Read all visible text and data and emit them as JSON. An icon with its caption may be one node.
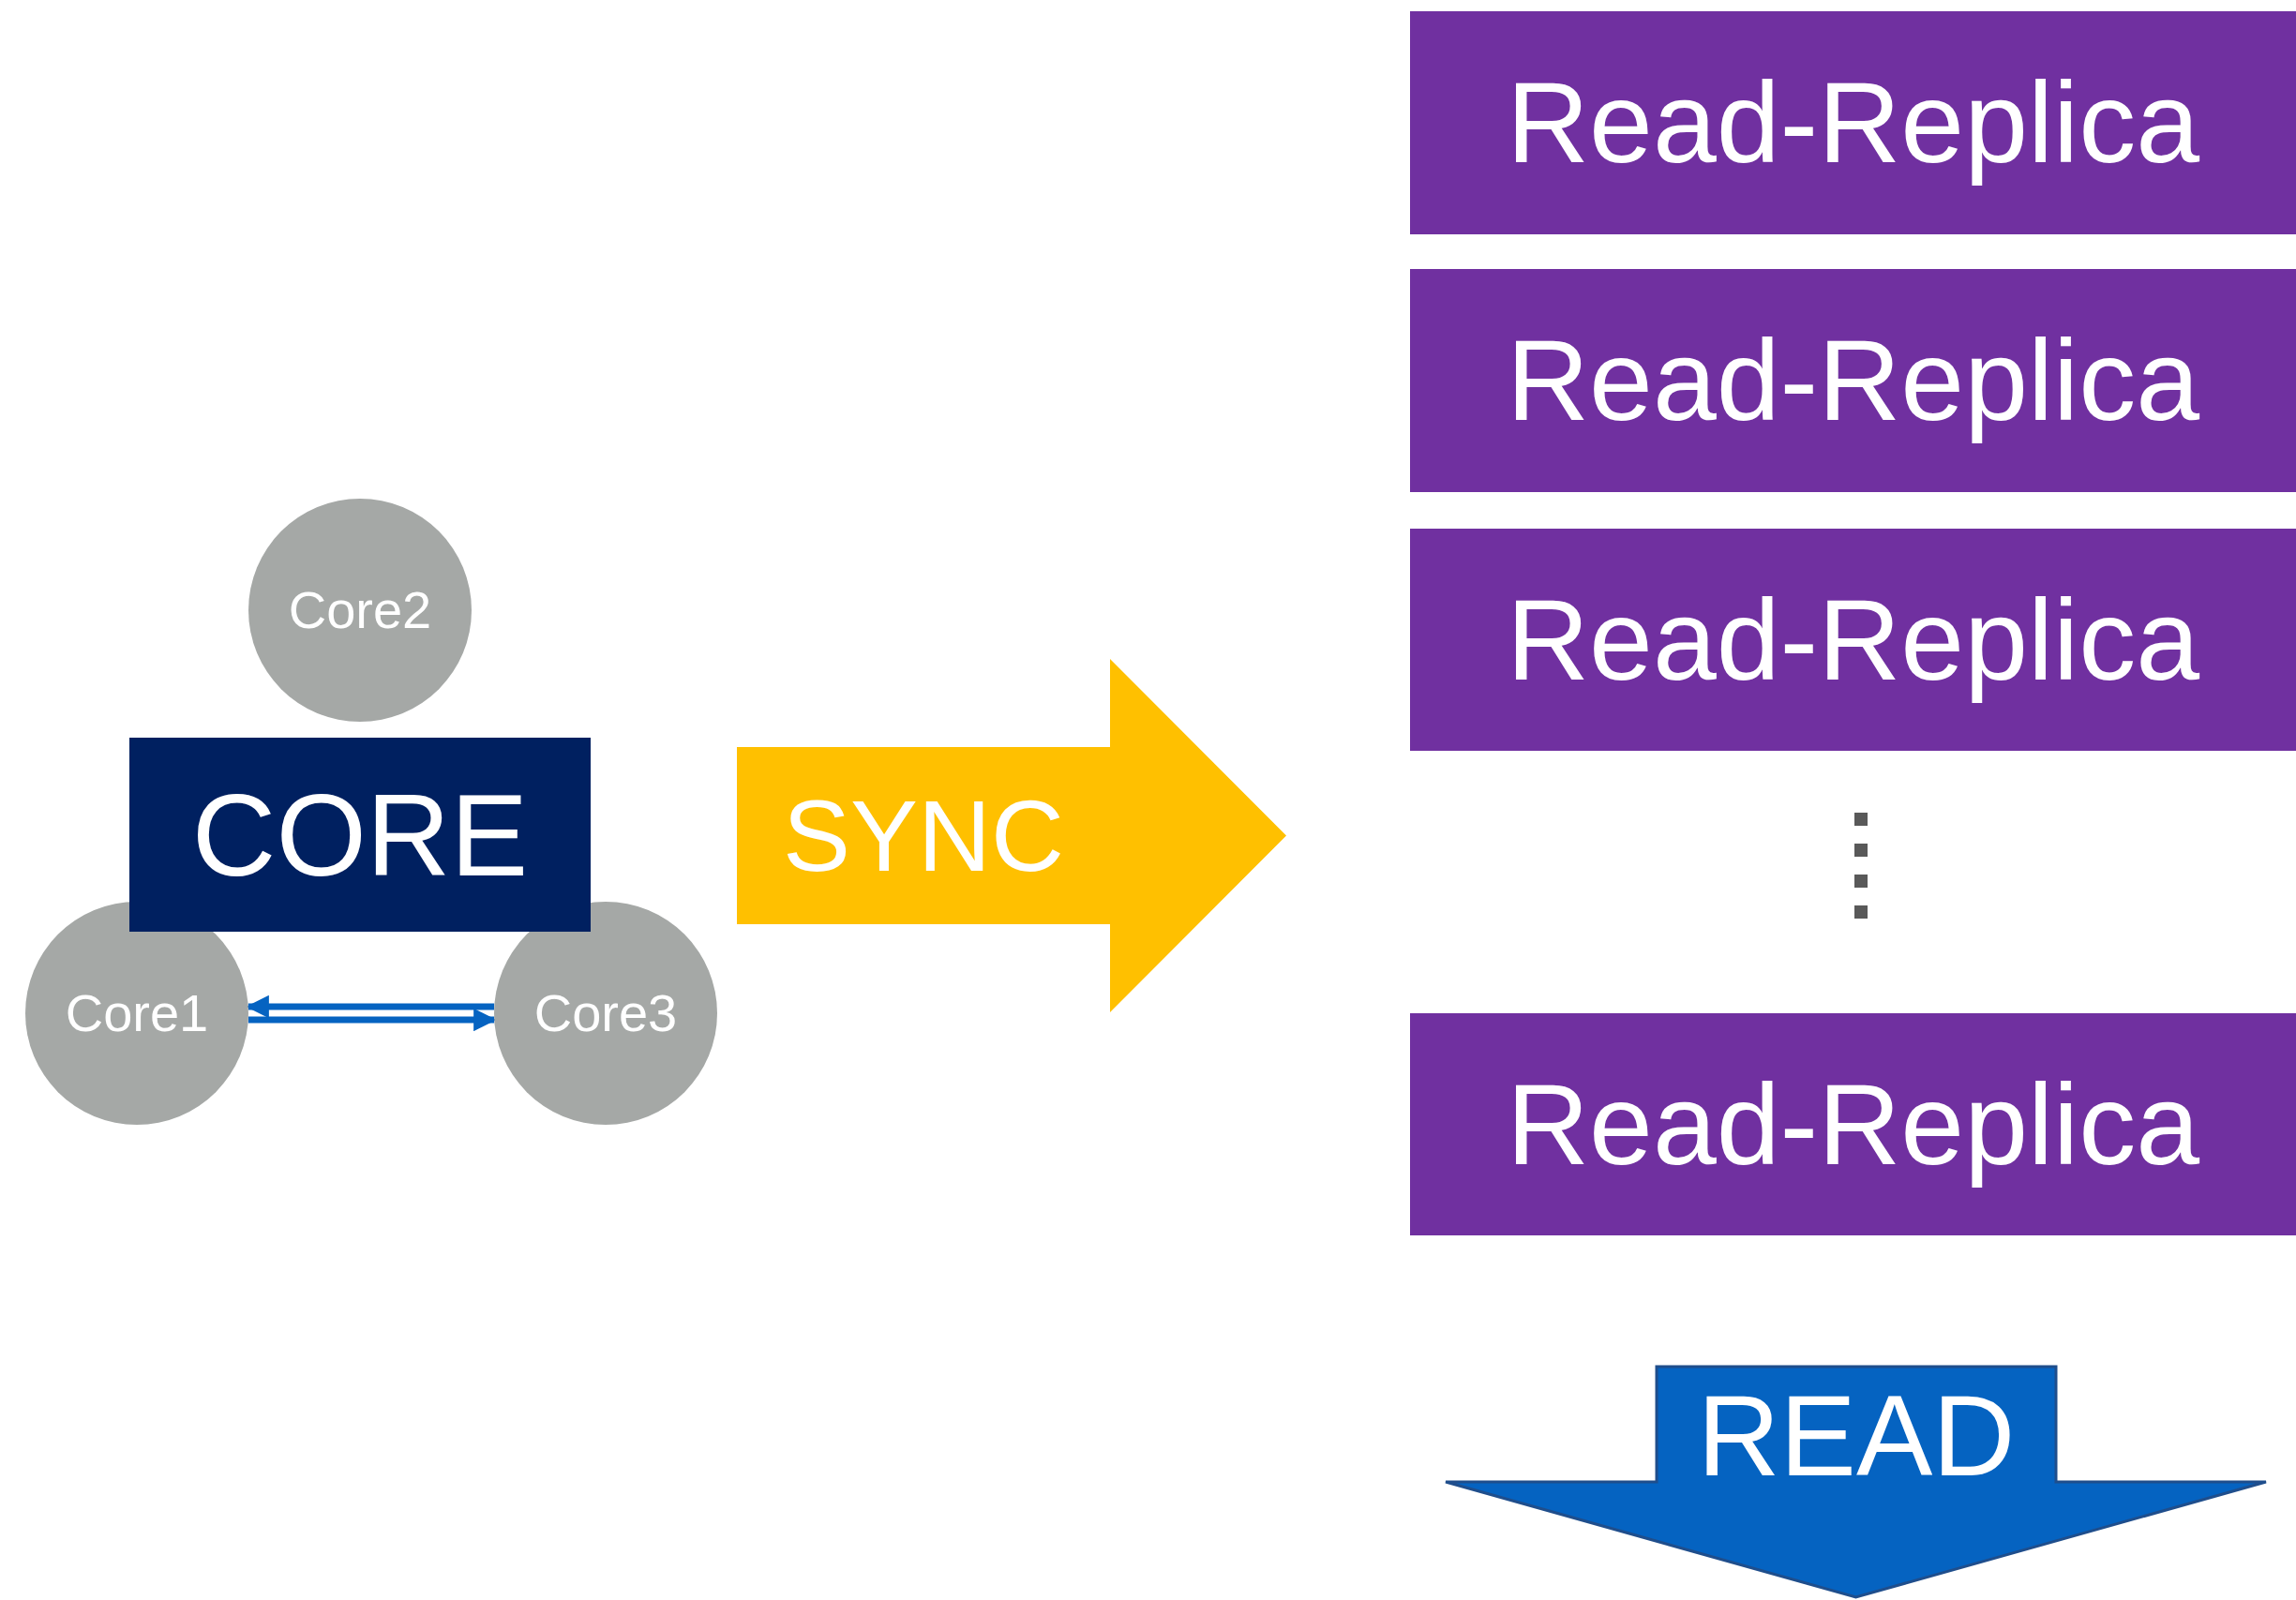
{
  "diagram": {
    "nodes": [
      {
        "text": [
          "Core2"
        ]
      },
      {
        "text": [
          "CORE"
        ]
      },
      {
        "text": [
          "Core1"
        ]
      },
      {
        "text": [
          "Core3"
        ]
      },
      {
        "text": [
          "SYNC"
        ]
      },
      {
        "text": [
          "Read-Replica"
        ]
      },
      {
        "text": [
          "Read-Replica"
        ]
      },
      {
        "text": [
          "Read-Replica"
        ]
      },
      {
        "text": [
          "Read-Replica"
        ]
      },
      {
        "text": [
          "READ"
        ]
      }
    ],
    "edges": [
      {
        "from": 3,
        "to": 2,
        "arrow": "to"
      },
      {
        "from": 2,
        "to": 3,
        "arrow": "to"
      }
    ]
  }
}
